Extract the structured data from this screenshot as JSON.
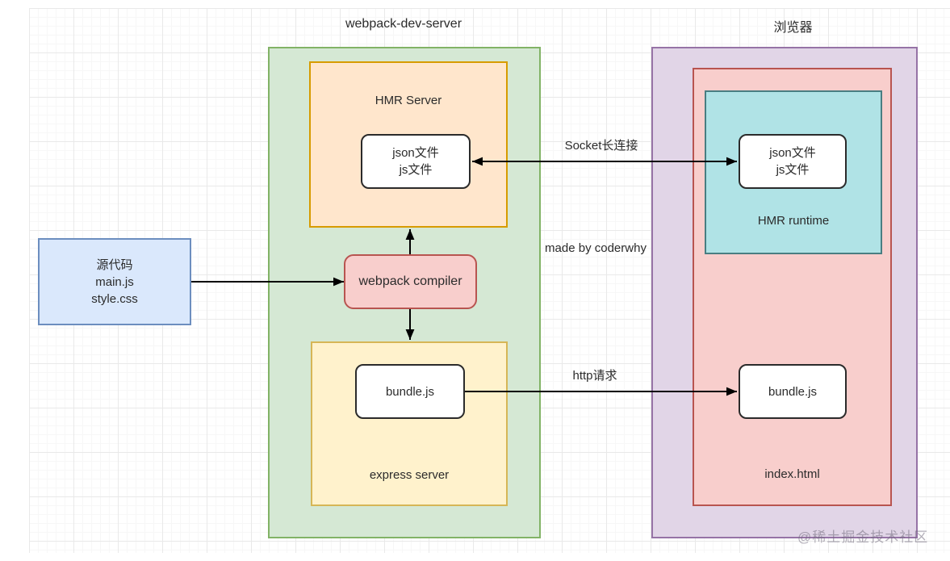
{
  "titles": {
    "dev_server": "webpack-dev-server",
    "browser": "浏览器"
  },
  "source_box": {
    "line1": "源代码",
    "line2": "main.js",
    "line3": "style.css"
  },
  "hmr_server": {
    "label": "HMR Server",
    "file_line1": "json文件",
    "file_line2": "js文件"
  },
  "compiler": {
    "label": "webpack compiler"
  },
  "express": {
    "label": "express server",
    "file": "bundle.js"
  },
  "hmr_runtime": {
    "label": "HMR runtime",
    "file_line1": "json文件",
    "file_line2": "js文件"
  },
  "index_html": {
    "label": "index.html",
    "file": "bundle.js"
  },
  "edges": {
    "socket_label": "Socket长连接",
    "http_label": "http请求"
  },
  "annotations": {
    "credit": "made by coderwhy",
    "watermark": "@稀土掘金技术社区"
  },
  "colors": {
    "green_fill": "#d5e8d4",
    "green_stroke": "#82b366",
    "orange_fill": "#ffe6cc",
    "orange_stroke": "#d79b00",
    "red_fill": "#f8cecc",
    "red_stroke": "#b85450",
    "yellow_fill": "#fff2cc",
    "yellow_stroke": "#d6b656",
    "blue_fill": "#dae8fc",
    "blue_stroke": "#6c8ebf",
    "purple_fill": "#e1d5e7",
    "purple_stroke": "#9673a6",
    "teal_fill": "#b0e3e6",
    "teal_stroke": "#497e82",
    "arrow": "#000000"
  }
}
